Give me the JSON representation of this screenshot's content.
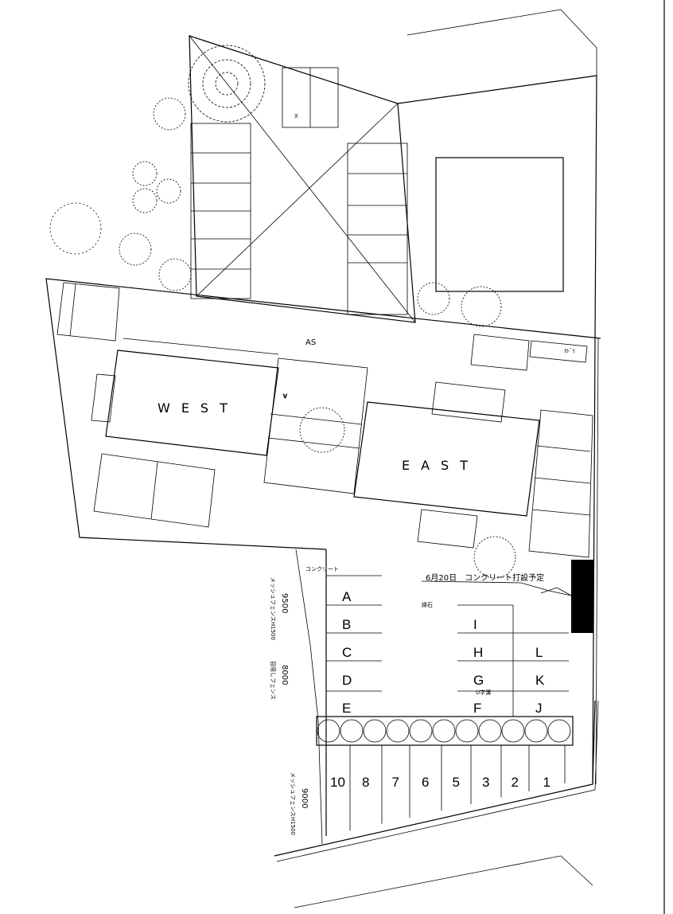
{
  "buildings": {
    "west": "WEST",
    "east": "EAST"
  },
  "labels": {
    "as": "AS",
    "v": "V",
    "x": "X",
    "small_room": "ｵﾄﾞﾘ"
  },
  "annotations": {
    "concrete": "コンクリート",
    "schedule_note": "6月20日　コンクリート打設予定",
    "curb": "縁石",
    "gutter": "U字溝"
  },
  "dimensions": [
    {
      "value": "9500",
      "note": "メッシュフェンスH1500"
    },
    {
      "value": "8000",
      "note": "目隠しフェンス"
    },
    {
      "value": "9000",
      "note": "メッシュフェンスH1500"
    }
  ],
  "parking_left": [
    "A",
    "B",
    "C",
    "D",
    "E"
  ],
  "parking_middle": [
    "I",
    "H",
    "G",
    "F"
  ],
  "parking_right": [
    "L",
    "K",
    "J"
  ],
  "parking_bottom": [
    "10",
    "8",
    "7",
    "6",
    "5",
    "3",
    "2",
    "1"
  ]
}
